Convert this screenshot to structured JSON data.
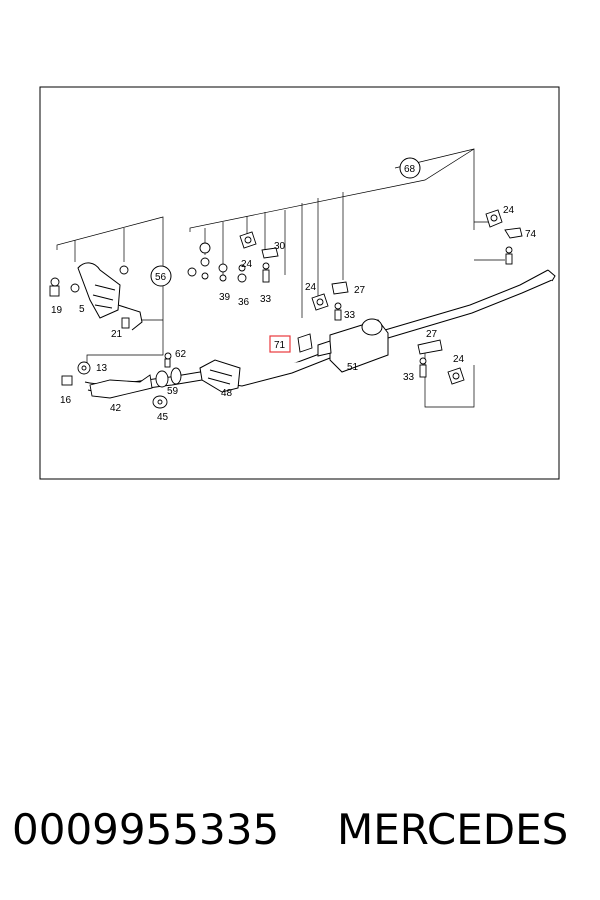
{
  "caption": {
    "part_number": "0009955335",
    "brand": "MERCEDES"
  },
  "callouts": {
    "c68": "68",
    "c56": "56",
    "c24a": "24",
    "c74": "74",
    "c30": "30",
    "c24b": "24",
    "c39": "39",
    "c36": "36",
    "c33a": "33",
    "c24c": "24",
    "c27a": "27",
    "c33b": "33",
    "c19": "19",
    "c5": "5",
    "c21": "21",
    "c71": "71",
    "c62": "62",
    "c13": "13",
    "c51": "51",
    "c27b": "27",
    "c24d": "24",
    "c33c": "33",
    "c16": "16",
    "c42": "42",
    "c59": "59",
    "c48": "48",
    "c45": "45"
  },
  "colors": {
    "highlight": "#e8383d",
    "line": "#000000"
  },
  "highlighted_part": "71"
}
